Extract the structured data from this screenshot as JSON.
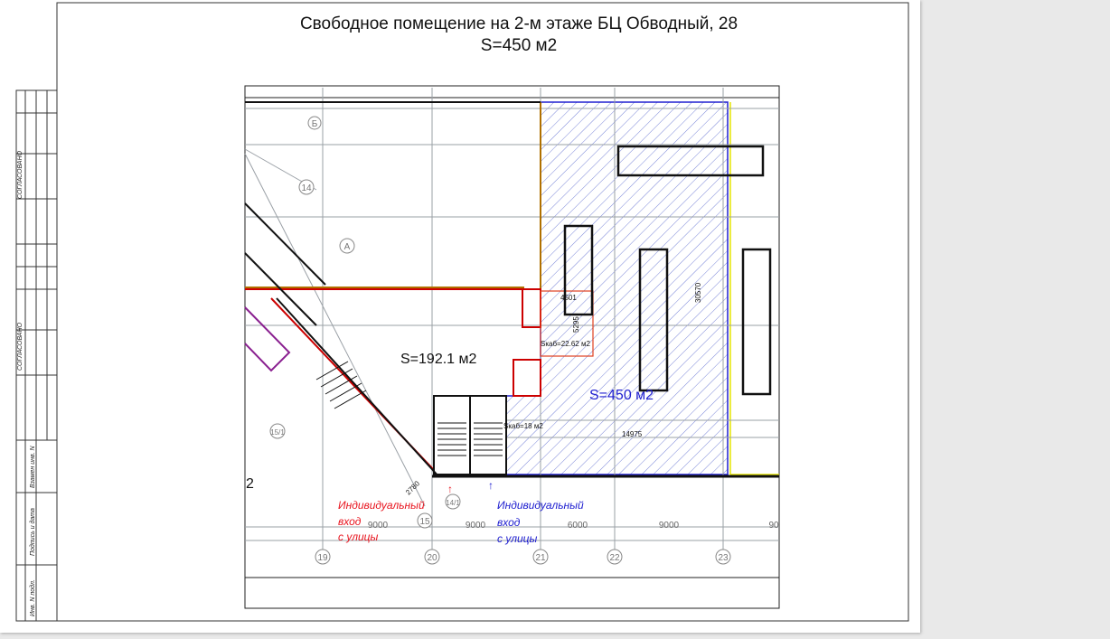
{
  "document": {
    "title_line1": "Свободное помещение на 2-м этаже БЦ Обводный, 28",
    "title_line2": "S=450 м2"
  },
  "stamp": {
    "agreed_1": "СОГЛАСОВАНО",
    "agreed_2": "СОГЛАСОВАНО",
    "replace_inv": "Взамен инв. N",
    "signature_date": "Подпись и дата",
    "inv_original": "Инв. N подл."
  },
  "plan": {
    "area_left": "S=192.1 м2",
    "area_right": "S=450 м2",
    "cabinet_1": "Sкаб=22.62 м2",
    "cabinet_2": "Sкаб=18 м2",
    "dim_4501": "4501",
    "dim_5295": "5295",
    "dim_30570": "30570",
    "dim_14975": "14975",
    "dim_2780": "2780",
    "entrance_red": [
      "Индивидуальный",
      "вход",
      "с улицы"
    ],
    "entrance_blue": [
      "Индивидуальный",
      "вход",
      "с улицы"
    ],
    "sheet_mark": "2",
    "axis_letters": [
      "Б",
      "А"
    ],
    "axis_diagonal": [
      "14",
      "15/1",
      "15",
      "14/1"
    ],
    "axes": [
      "19",
      "20",
      "21",
      "22",
      "23"
    ],
    "spans": [
      "9000",
      "9000",
      "6000",
      "9000",
      "90"
    ]
  },
  "colors": {
    "red": "#e8141e",
    "blue": "#2020d0",
    "hatch": "#7a86d8"
  }
}
